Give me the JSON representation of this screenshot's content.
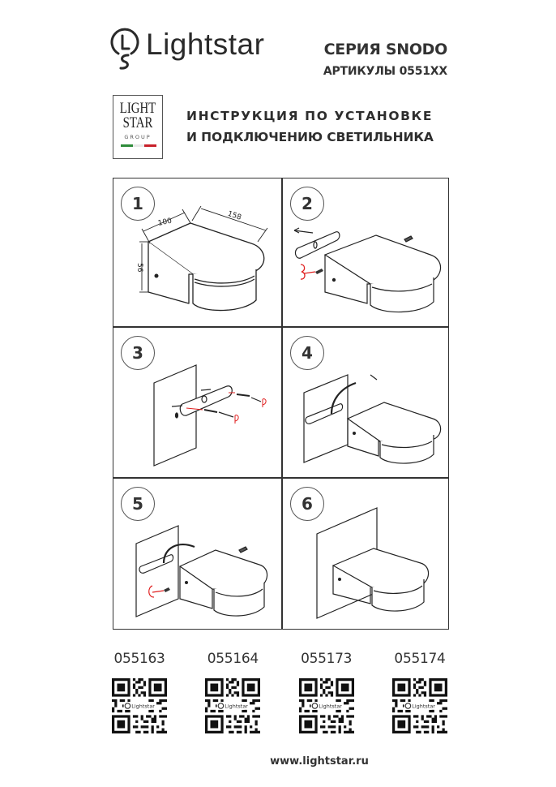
{
  "header": {
    "brand": "Lightstar",
    "series": "СЕРИЯ SNODO",
    "articles": "АРТИКУЛЫ 0551XX",
    "group_logo": {
      "line1": "LIGHT",
      "line2": "STAR",
      "line3": "GROUP",
      "flag_colors": [
        "#2e8b3a",
        "#ffffff",
        "#c8202a"
      ]
    },
    "instructions_line1": "ИНСТРУКЦИЯ ПО УСТАНОВКЕ",
    "instructions_line2": "И ПОДКЛЮЧЕНИЮ СВЕТИЛЬНИКА"
  },
  "steps": [
    {
      "number": "1",
      "dimensions": {
        "width": "100",
        "length": "158",
        "height": "56"
      }
    },
    {
      "number": "2"
    },
    {
      "number": "3"
    },
    {
      "number": "4"
    },
    {
      "number": "5"
    },
    {
      "number": "6"
    }
  ],
  "codes": [
    {
      "label": "055163",
      "qr_logo": "Lightstar"
    },
    {
      "label": "055164",
      "qr_logo": "Lightstar"
    },
    {
      "label": "055173",
      "qr_logo": "Lightstar"
    },
    {
      "label": "055174",
      "qr_logo": "Lightstar"
    }
  ],
  "footer": {
    "website": "www.lightstar.ru"
  },
  "colors": {
    "text": "#2b2b2b",
    "line": "#333333",
    "accent_red": "#e02020"
  }
}
